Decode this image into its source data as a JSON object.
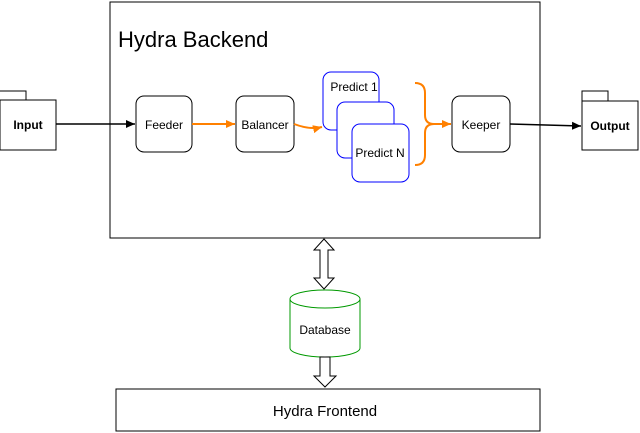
{
  "backend": {
    "title": "Hydra Backend"
  },
  "frontend": {
    "label": "Hydra Frontend"
  },
  "input": {
    "label": "Input"
  },
  "output": {
    "label": "Output"
  },
  "feeder": {
    "label": "Feeder"
  },
  "balancer": {
    "label": "Balancer"
  },
  "predict_first": {
    "label": "Predict 1"
  },
  "predict_last": {
    "label": "Predict N"
  },
  "keeper": {
    "label": "Keeper"
  },
  "database": {
    "label": "Database"
  },
  "colors": {
    "flow_orange": "#ff8000",
    "predict_blue": "#0000ff",
    "database_green": "#009900",
    "black": "#000000"
  }
}
